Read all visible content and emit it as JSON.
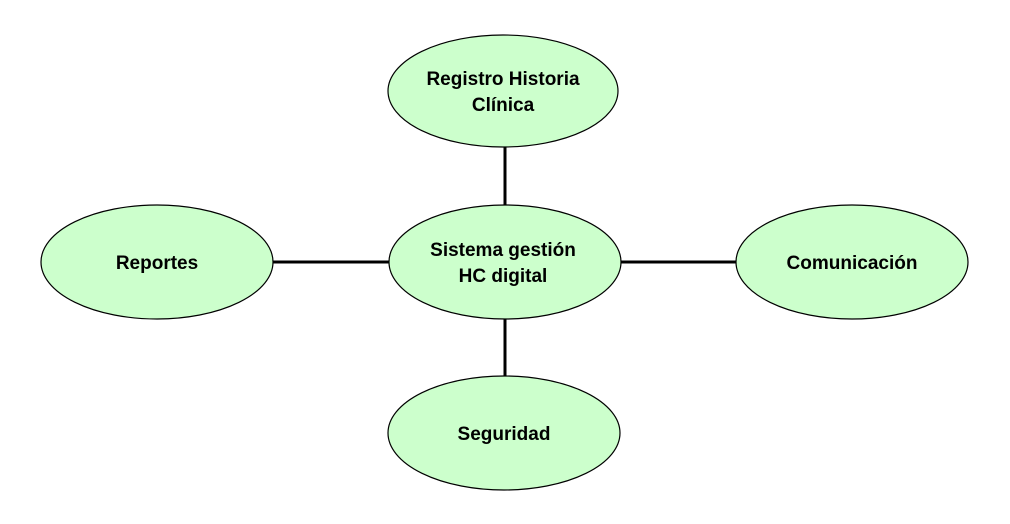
{
  "diagram": {
    "center": {
      "line1": "Sistema gestión",
      "line2": "HC digital"
    },
    "top": {
      "line1": "Registro Historia",
      "line2": "Clínica"
    },
    "left": {
      "label": "Reportes"
    },
    "right": {
      "label": "Comunicación"
    },
    "bottom": {
      "label": "Seguridad"
    }
  },
  "colors": {
    "node_fill": "#ccffcc",
    "outline": "#000000"
  }
}
